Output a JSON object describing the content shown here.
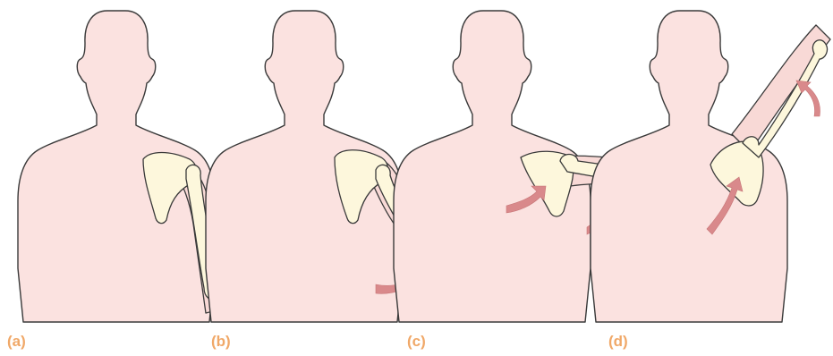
{
  "panels": [
    {
      "label": "(a)"
    },
    {
      "label": "(b)"
    },
    {
      "label": "(c)"
    },
    {
      "label": "(d)"
    }
  ],
  "colors": {
    "skin": "#fbe2e0",
    "bone": "#fdf7dc",
    "arrow": "#d9898b",
    "label": "#f0a868",
    "outline": "#3a3a3a"
  }
}
